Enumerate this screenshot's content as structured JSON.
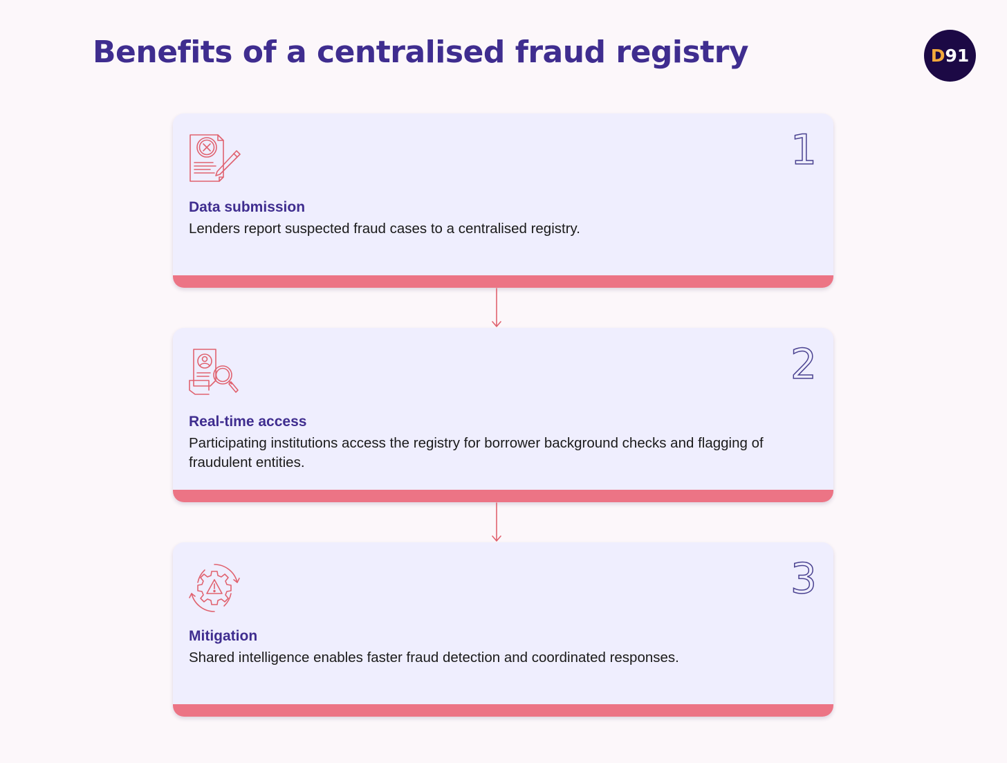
{
  "title": "Benefits of a centralised fraud registry",
  "logo": {
    "prefix": "D",
    "suffix": "91"
  },
  "steps": [
    {
      "number": "1",
      "icon": "document-rejected-icon",
      "title": "Data submission",
      "description": "Lenders report suspected fraud cases to a centralised registry."
    },
    {
      "number": "2",
      "icon": "profile-search-icon",
      "title": "Real-time access",
      "description": "Participating institutions access the registry for borrower background checks and flagging of fraudulent entities."
    },
    {
      "number": "3",
      "icon": "gear-warning-icon",
      "title": "Mitigation",
      "description": "Shared intelligence enables faster fraud detection and coordinated responses."
    }
  ],
  "colors": {
    "title": "#3f2d8f",
    "card": "#efeefe",
    "accent": "#ec7485",
    "logo_bg": "#1c0945",
    "logo_d": "#f3a93c"
  }
}
